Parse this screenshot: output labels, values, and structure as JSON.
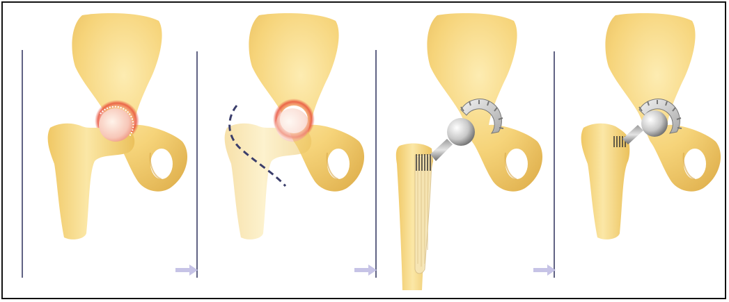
{
  "diagram": {
    "steps": [
      {
        "id": "step-1",
        "state": "arthritic-hip"
      },
      {
        "id": "step-2",
        "state": "femoral-head-resection"
      },
      {
        "id": "step-3",
        "state": "implant-components-inserted"
      },
      {
        "id": "step-4",
        "state": "assembled-prosthesis"
      }
    ],
    "arrows": 3,
    "colors": {
      "bone": "#f6d47a",
      "bone_shadow": "#e3b552",
      "bone_light": "#fbe7a6",
      "inflammation": "#e8503a",
      "metal": "#c9c9c9",
      "metal_dark": "#7a7a7a",
      "divider": "#2b2f5a",
      "arrow": "#c6c3e6",
      "cut_line": "#3b3e6b"
    }
  }
}
